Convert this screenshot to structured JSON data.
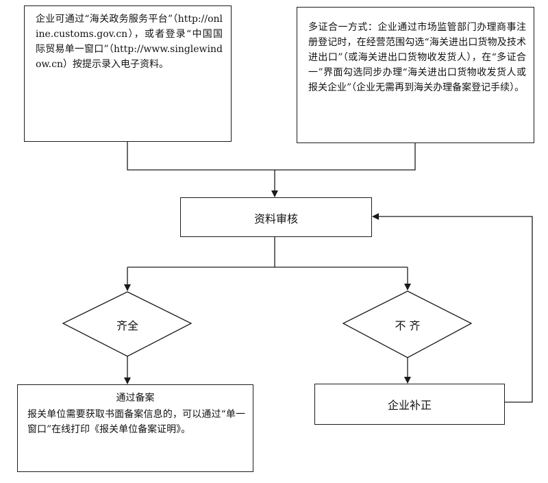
{
  "nodes": {
    "online_box": {
      "text": "企业可通过“海关政务服务平台”（http://online.customs.gov.cn），或者登录“中国国际贸易单一窗口”（http://www.singlewindow.cn）按提示录入电子资料。"
    },
    "multi_cert_box": {
      "text": "多证合一方式：企业通过市场监管部门办理商事注册登记时，在经营范围勾选“海关进出口货物及技术进出口”（或海关进出口货物收发货人），在“多证合一”界面勾选同步办理“海关进出口货物收发货人或报关企业”（企业无需再到海关办理备案登记手续）。"
    },
    "review_box": {
      "label": "资料审核"
    },
    "complete_decision": {
      "label": "齐全"
    },
    "incomplete_decision": {
      "label": "不 齐"
    },
    "filing_box": {
      "title": "通过备案",
      "text": "报关单位需要获取书面备案信息的，可以通过“单一窗口”在线打印《报关单位备案证明》。"
    },
    "supplement_box": {
      "label": "企业补正"
    }
  },
  "colors": {
    "line": "#1a1a1a",
    "text": "#111111",
    "background": "#ffffff"
  }
}
